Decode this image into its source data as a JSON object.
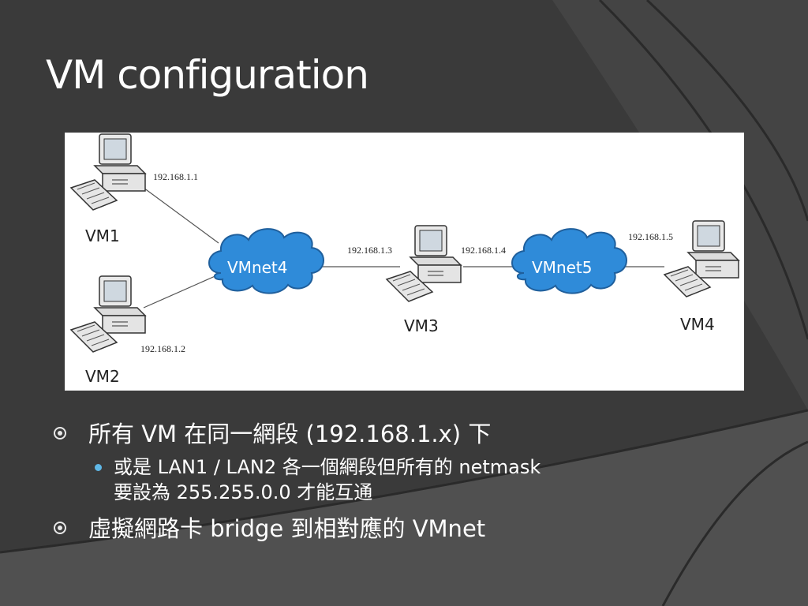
{
  "slide": {
    "title": "VM configuration"
  },
  "diagram": {
    "nodes": [
      {
        "label": "VM1",
        "ip": "192.168.1.1"
      },
      {
        "label": "VM2",
        "ip": "192.168.1.2"
      },
      {
        "label": "VM3",
        "ip_left": "192.168.1.3",
        "ip_right": "192.168.1.4"
      },
      {
        "label": "VM4",
        "ip": "192.168.1.5"
      }
    ],
    "networks": [
      {
        "label": "VMnet4"
      },
      {
        "label": "VMnet5"
      }
    ],
    "colors": {
      "cloud": "#2f8bd9",
      "cloud_edge": "#1f5f9c",
      "panel": "#ffffff",
      "link": "#555555"
    }
  },
  "bullets": {
    "item1": "所有 VM 在同一網段 (192.168.1.x) 下",
    "item1_sub_line1": "或是 LAN1 / LAN2 各一個網段但所有的 netmask",
    "item1_sub_line2": "要設為 255.255.0.0 才能互通",
    "item2": "虛擬網路卡 bridge 到相對應的 VMnet"
  }
}
